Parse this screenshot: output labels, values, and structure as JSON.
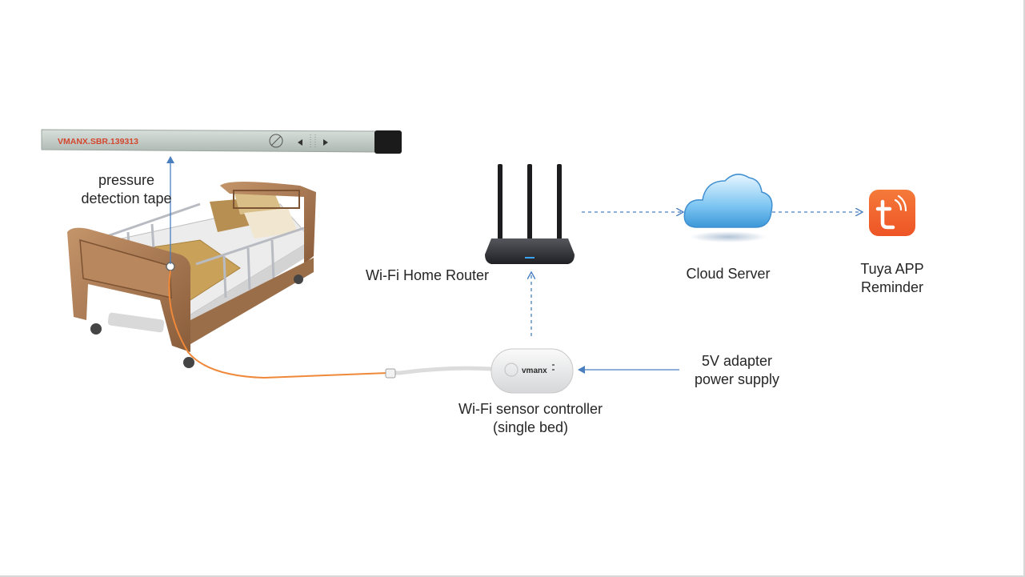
{
  "tape": {
    "print": "VMANX.SBR.139313"
  },
  "labels": {
    "tape_line1": "pressure",
    "tape_line2": "detection tape",
    "router": "Wi-Fi Home Router",
    "cloud": "Cloud Server",
    "app_line1": "Tuya APP",
    "app_line2": "Reminder",
    "controller_line1": "Wi-Fi sensor controller",
    "controller_line2": "(single bed)",
    "power_line1": "5V adapter",
    "power_line2": "power supply"
  },
  "controller": {
    "brand": "vmanx"
  },
  "colors": {
    "arrow": "#4a7fbf",
    "cable": "#f0883a",
    "tuya": "#f2622e",
    "wood": "#a87850",
    "text": "#262626"
  }
}
